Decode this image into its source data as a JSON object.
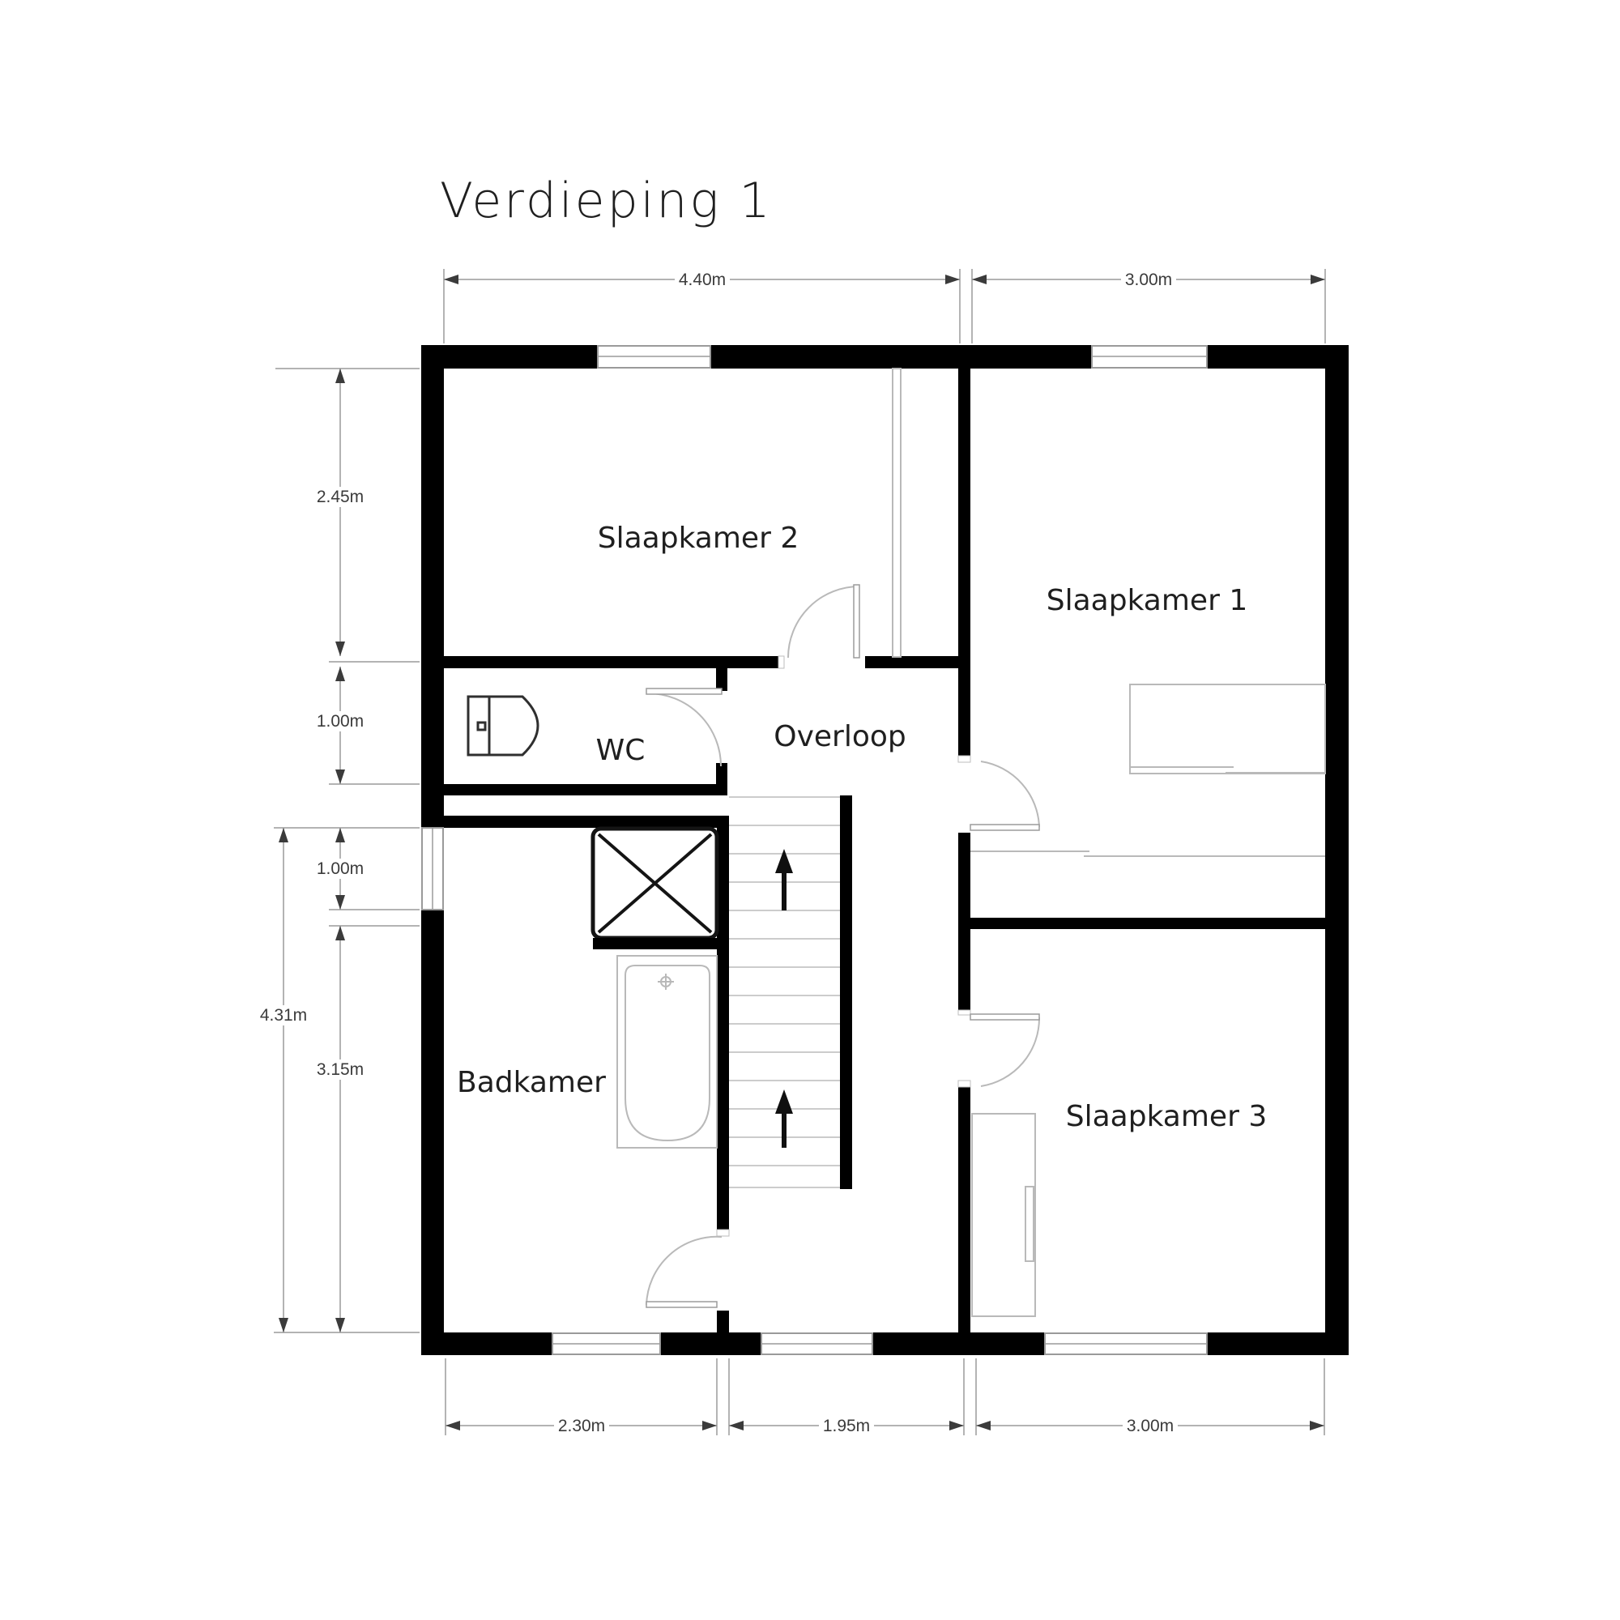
{
  "title": "Verdieping 1",
  "rooms": {
    "slaapkamer1": {
      "label": "Slaapkamer 1"
    },
    "slaapkamer2": {
      "label": "Slaapkamer 2"
    },
    "slaapkamer3": {
      "label": "Slaapkamer 3"
    },
    "wc": {
      "label": "WC"
    },
    "overloop": {
      "label": "Overloop"
    },
    "badkamer": {
      "label": "Badkamer"
    }
  },
  "dimensions": {
    "top": {
      "left": "4.40m",
      "right": "3.00m"
    },
    "left": {
      "slaapkamer2_height": "2.45m",
      "wc_height": "1.00m",
      "window_height": "1.00m",
      "total_lower_height": "4.31m",
      "badkamer_height": "3.15m"
    },
    "bottom": {
      "badkamer_width": "2.30m",
      "stairs_width": "1.95m",
      "slaapkamer3_width": "3.00m"
    }
  },
  "fixtures": {
    "toilet": "toilet",
    "shower": "shower",
    "bathtub": "bathtub",
    "wardrobe": "wardrobe",
    "closet": "closet",
    "stairs_direction": "up"
  },
  "colors": {
    "background": "#ffffff",
    "wall": "#000000",
    "line_light": "#b9b9b9",
    "line_dark": "#2f2f2f",
    "dim_line": "#9a9a9a",
    "dim_text": "#3b3b3b",
    "label_text": "#1f1f1f"
  }
}
